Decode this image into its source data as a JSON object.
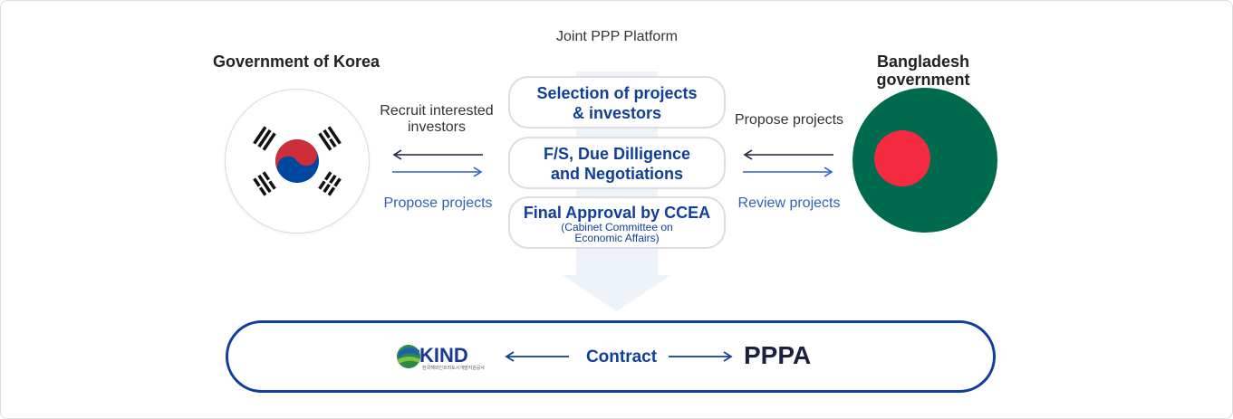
{
  "platform": {
    "title": "Joint PPP Platform",
    "steps": [
      {
        "label": "Selection of projects\n& investors"
      },
      {
        "label": "F/S, Due Dilligence\nand Negotiations"
      },
      {
        "label": "Final Approval by CCEA",
        "sub": "(Cabinet Committee on\nEconomic Affairs)"
      }
    ]
  },
  "left": {
    "title": "Government of Korea",
    "top_label": "Recruit interested\ninvestors",
    "bottom_label": "Propose projects",
    "flag": "korea-flag-icon"
  },
  "right": {
    "title": "Bangladesh\ngovernment",
    "top_label": "Propose projects",
    "bottom_label": "Review projects",
    "flag": "bangladesh-flag-icon"
  },
  "contract": {
    "left_org": "KIND",
    "left_org_sub": "한국해외인프라도시개발지원공사",
    "label": "Contract",
    "right_org": "PPPA"
  },
  "colors": {
    "primary_blue": "#0f3f9a",
    "accent_blue": "#2f61c5",
    "bd_green": "#006a4e",
    "bd_red": "#f42a41",
    "korea_red": "#cd2e3a",
    "korea_blue": "#0047a0"
  }
}
